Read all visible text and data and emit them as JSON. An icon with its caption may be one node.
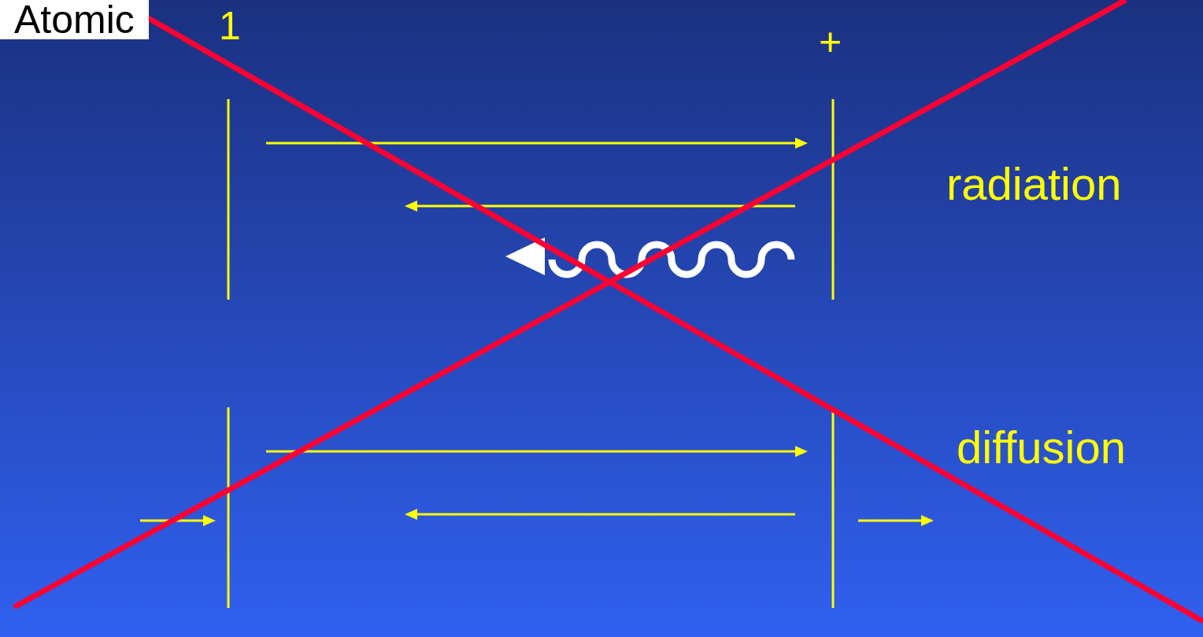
{
  "diagram": {
    "labels": [
      "Atomic",
      "1",
      "+",
      "radiation",
      "diffusion"
    ]
  }
}
